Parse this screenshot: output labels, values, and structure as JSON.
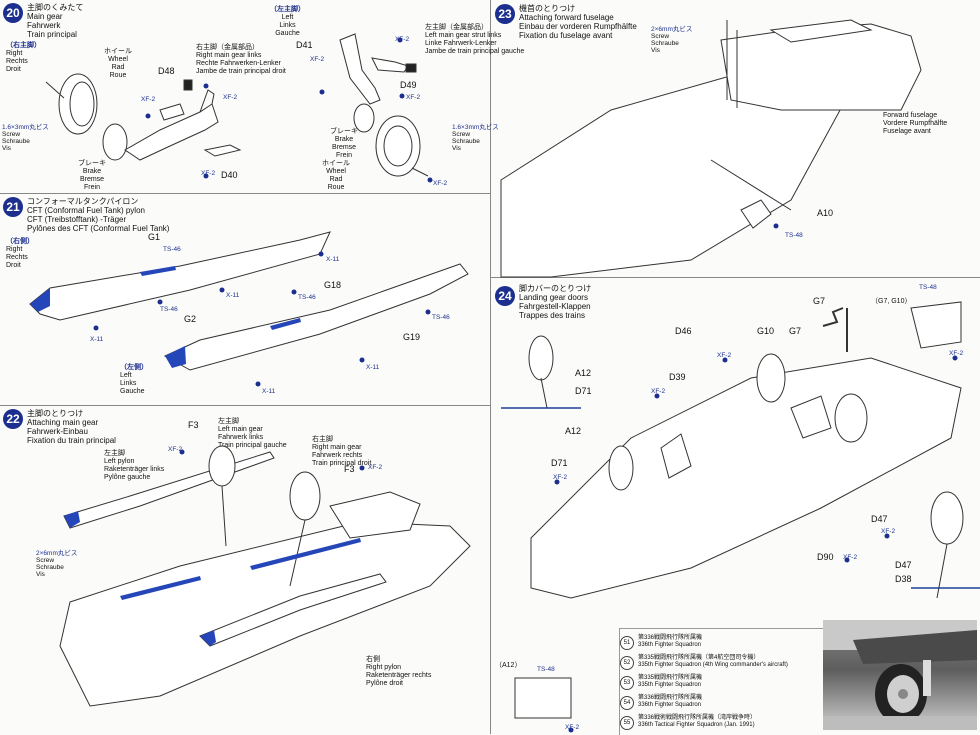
{
  "steps": {
    "s20": {
      "number": "20",
      "jp": "主脚のくみたて",
      "en": "Main gear",
      "de": "Fahrwerk",
      "fr": "Train principal"
    },
    "s21": {
      "number": "21",
      "jp": "コンフォーマルタンクパイロン",
      "en": "CFT (Conformal Fuel Tank) pylon",
      "de": "CFT (Treibstofftank) -Träger",
      "fr": "Pylônes des CFT (Conformal Fuel Tank)"
    },
    "s22": {
      "number": "22",
      "jp": "主脚のとりつけ",
      "en": "Attaching main gear",
      "de": "Fahrwerk-Einbau",
      "fr": "Fixation du train principal"
    },
    "s23": {
      "number": "23",
      "jp": "機首のとりつけ",
      "en": "Attaching forward fuselage",
      "de": "Einbau der vorderen Rumpfhälfte",
      "fr": "Fixation du fuselage avant"
    },
    "s24": {
      "number": "24",
      "jp": "脚カバーのとりつけ",
      "en": "Landing gear doors",
      "de": "Fahrgestell-Klappen",
      "fr": "Trappes des trains"
    }
  },
  "step20": {
    "right_side": [
      "（右主脚）",
      "Right",
      "Rechts",
      "Droit"
    ],
    "left_side": [
      "（左主脚）",
      "Left",
      "Links",
      "Gauche"
    ],
    "wheel": [
      "ホイール",
      "Wheel",
      "Rad",
      "Roue"
    ],
    "brake_a": [
      "ブレーキ",
      "Brake",
      "Bremse",
      "Frein"
    ],
    "brake_b": [
      "ブレーキ",
      "Brake",
      "Bremse",
      "Frein"
    ],
    "wheel_b": [
      "ホイール",
      "Wheel",
      "Rad",
      "Roue"
    ],
    "links_r": [
      "右主脚（金属部品）",
      "Right main gear links",
      "Rechte Fahrwerken-Lenker",
      "Jambe de train principal droit"
    ],
    "links_l": [
      "左主脚（金属部品）",
      "Left main gear strut links",
      "Linke Fahrwerk-Lenker",
      "Jambe de train principal gauche"
    ],
    "screw_l": [
      "1.6×3mm丸ビス",
      "Screw",
      "Schraube",
      "Vis"
    ],
    "screw_r": [
      "1.6×3mm丸ビス",
      "Screw",
      "Schraube",
      "Vis"
    ],
    "parts": {
      "D48": "D48",
      "D40": "D40",
      "D41": "D41",
      "D49": "D49"
    },
    "xf2": "XF-2"
  },
  "step21": {
    "right": [
      "（右側）",
      "Right",
      "Rechts",
      "Droit"
    ],
    "left": [
      "（左側）",
      "Left",
      "Links",
      "Gauche"
    ],
    "parts": {
      "G1": "G1",
      "G2": "G2",
      "G18": "G18",
      "G19": "G19"
    },
    "ts46": "TS-46",
    "x11": "X-11"
  },
  "step22": {
    "left_pylon": [
      "左主脚",
      "Left pylon",
      "Raketenträger links",
      "Pylône gauche"
    ],
    "left_gear": [
      "左主脚",
      "Left main gear",
      "Fahrwerk links",
      "Train principal gauche"
    ],
    "right_gear": [
      "右主脚",
      "Right main gear",
      "Fahrwerk rechts",
      "Train principal droit"
    ],
    "right_pylon": [
      "右側",
      "Right pylon",
      "Raketenträger rechts",
      "Pylône droit"
    ],
    "screw": [
      "2×6mm丸ビス",
      "Screw",
      "Schraube",
      "Vis"
    ],
    "parts": {
      "F3a": "F3",
      "F3b": "F3"
    },
    "xf2": "XF-2"
  },
  "step23": {
    "screw": [
      "2×6mm丸ビス",
      "Screw",
      "Schraube",
      "Vis"
    ],
    "fuselage": [
      "機首",
      "Forward fuselage",
      "Vordere Rumpfhälfte",
      "Fuselage avant"
    ],
    "parts": {
      "A10": "A10"
    },
    "ts48": "TS-48"
  },
  "step24": {
    "parts": {
      "G7a": "G7",
      "G7b": "G7",
      "D46": "D46",
      "G10": "G10",
      "D39": "D39",
      "A12a": "A12",
      "D71a": "D71",
      "A12b": "A12",
      "D71b": "D71",
      "D47a": "D47",
      "D90": "D90",
      "D47b": "D47",
      "D38": "D38"
    },
    "g7g10": "（G7, G10）",
    "a12": "（A12）",
    "ts48": "TS-48",
    "xf2": "XF-2"
  },
  "squadron_legend": [
    {
      "badge": "51",
      "jp": "第336戦闘飛行隊所属機",
      "en": "336th Fighter Squadron"
    },
    {
      "badge": "52",
      "jp": "第335戦闘飛行隊所属機（第4航空団司令機）",
      "en": "335th Fighter Squadron (4th Wing commander's aircraft)"
    },
    {
      "badge": "53",
      "jp": "第335戦闘飛行隊所属機",
      "en": "335th Fighter Squadron"
    },
    {
      "badge": "54",
      "jp": "第336戦闘飛行隊所属機",
      "en": "336th Fighter Squadron"
    },
    {
      "badge": "55",
      "jp": "第336戦術戦闘飛行隊所属機（湾岸戦争時）",
      "en": "336th Tactical Fighter Squadron (Jan. 1991)"
    }
  ],
  "colors": {
    "accent": "#1c2f8f",
    "blue_part": "#2546b8",
    "line": "#333333"
  }
}
